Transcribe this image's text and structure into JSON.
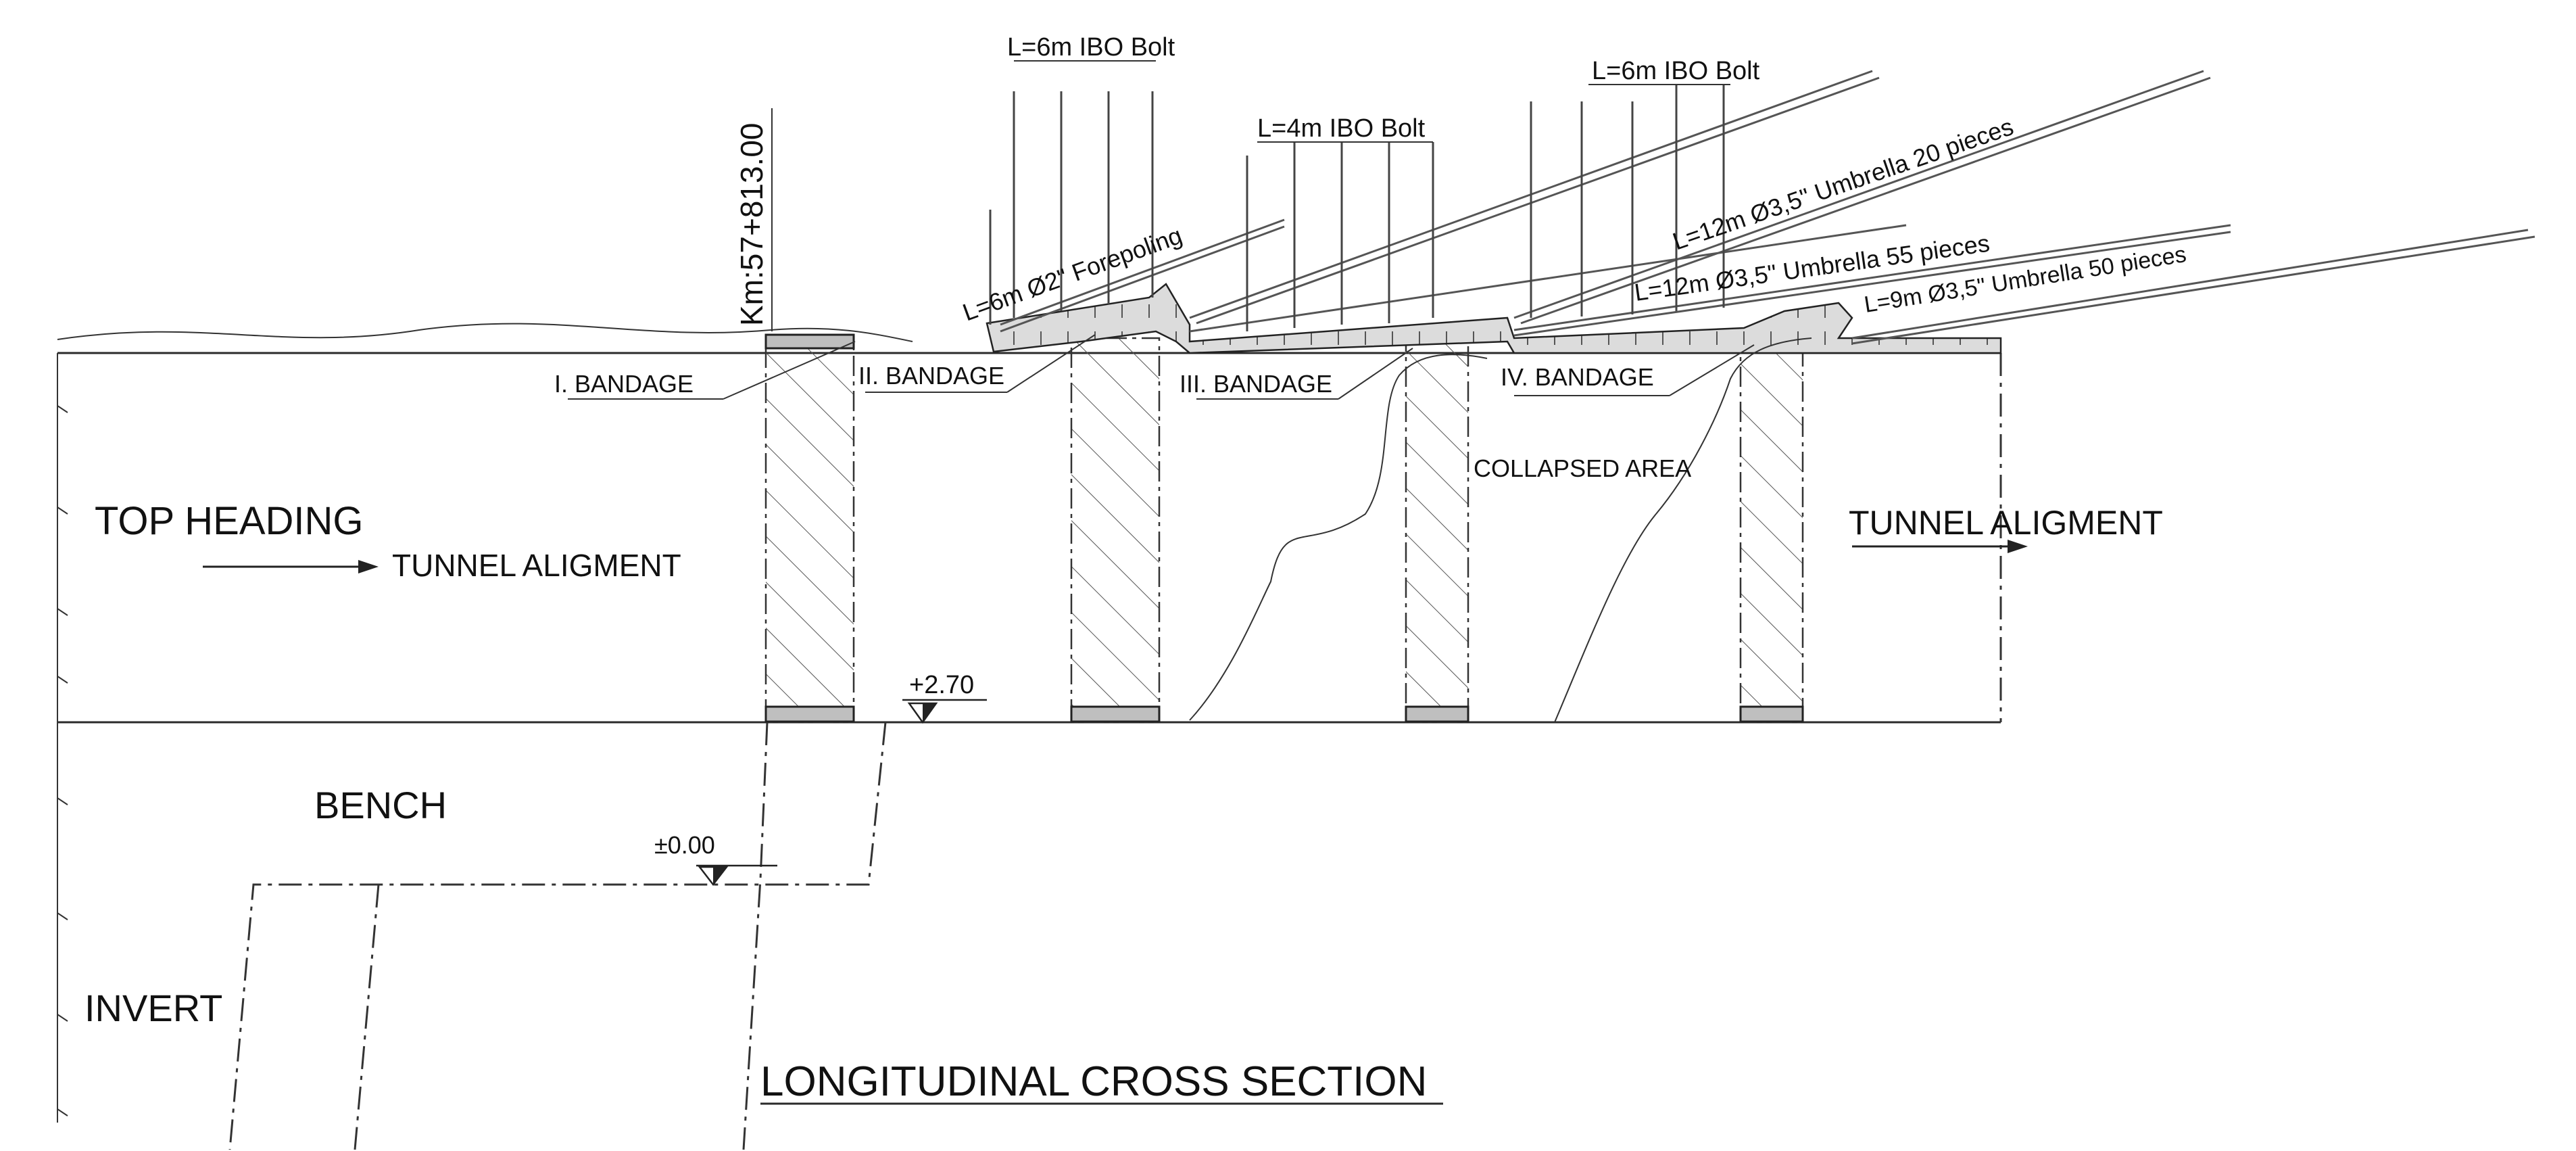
{
  "labels": {
    "chainage": "Km:57+813.00",
    "top_heading": "TOP HEADING",
    "tunnel_alignment_left": "TUNNEL ALIGMENT",
    "tunnel_alignment_right": "TUNNEL ALIGMENT",
    "bench": "BENCH",
    "invert": "INVERT",
    "collapsed_area": "COLLAPSED AREA",
    "section_title": "LONGITUDINAL CROSS SECTION",
    "level_top": "+2.70",
    "level_zero": "±0.00"
  },
  "bandages": [
    "I. BANDAGE",
    "II. BANDAGE",
    "III. BANDAGE",
    "IV. BANDAGE"
  ],
  "bolts": {
    "bolt_6m_left": "L=6m IBO Bolt",
    "bolt_4m": "L=4m IBO Bolt",
    "bolt_6m_right": "L=6m IBO Bolt"
  },
  "supports": {
    "forepoling": "L=6m Ø2\" Forepoling",
    "umbrella_20": "L=12m Ø3,5\" Umbrella 20 pieces",
    "umbrella_55": "L=12m Ø3,5\" Umbrella 55 pieces",
    "umbrella_50": "L=9m Ø3,5\" Umbrella 50 pieces"
  }
}
